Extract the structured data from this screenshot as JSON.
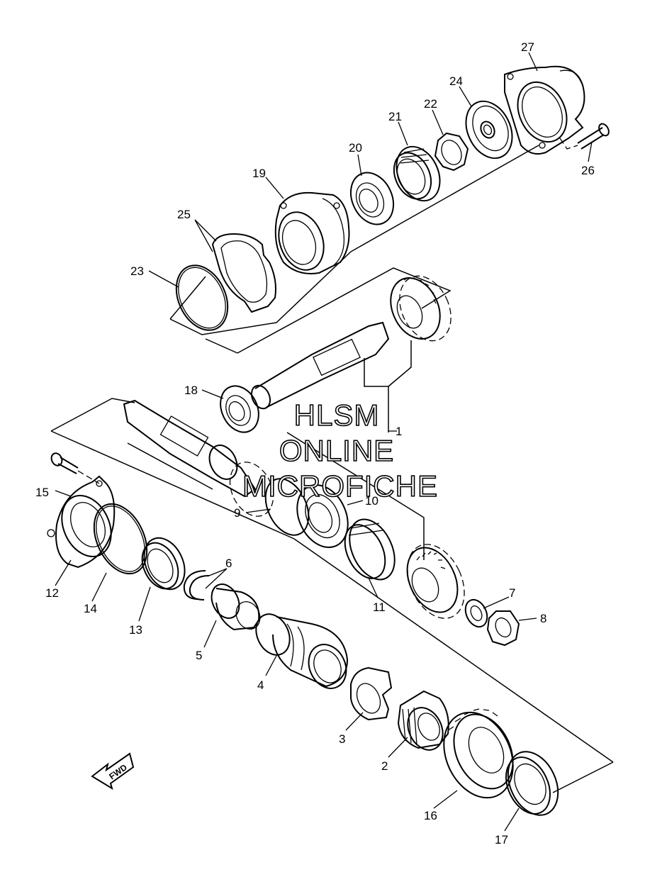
{
  "watermark": {
    "line1": "HLSM",
    "line2": "ONLINE",
    "line3": "MICROFICHE"
  },
  "direction_arrow": {
    "label": "FWD",
    "icon": "forward-arrow-icon"
  },
  "callouts": {
    "p1": "1",
    "p2": "2",
    "p3": "3",
    "p4": "4",
    "p5": "5",
    "p6": "6",
    "p7": "7",
    "p8": "8",
    "p9": "9",
    "p10": "10",
    "p11": "11",
    "p12": "12",
    "p13": "13",
    "p14": "14",
    "p15": "15",
    "p16": "16",
    "p17": "17",
    "p18": "18",
    "p19": "19",
    "p20": "20",
    "p21": "21",
    "p22": "22",
    "p23": "23",
    "p24": "24",
    "p25": "25",
    "p26": "26",
    "p27": "27"
  }
}
